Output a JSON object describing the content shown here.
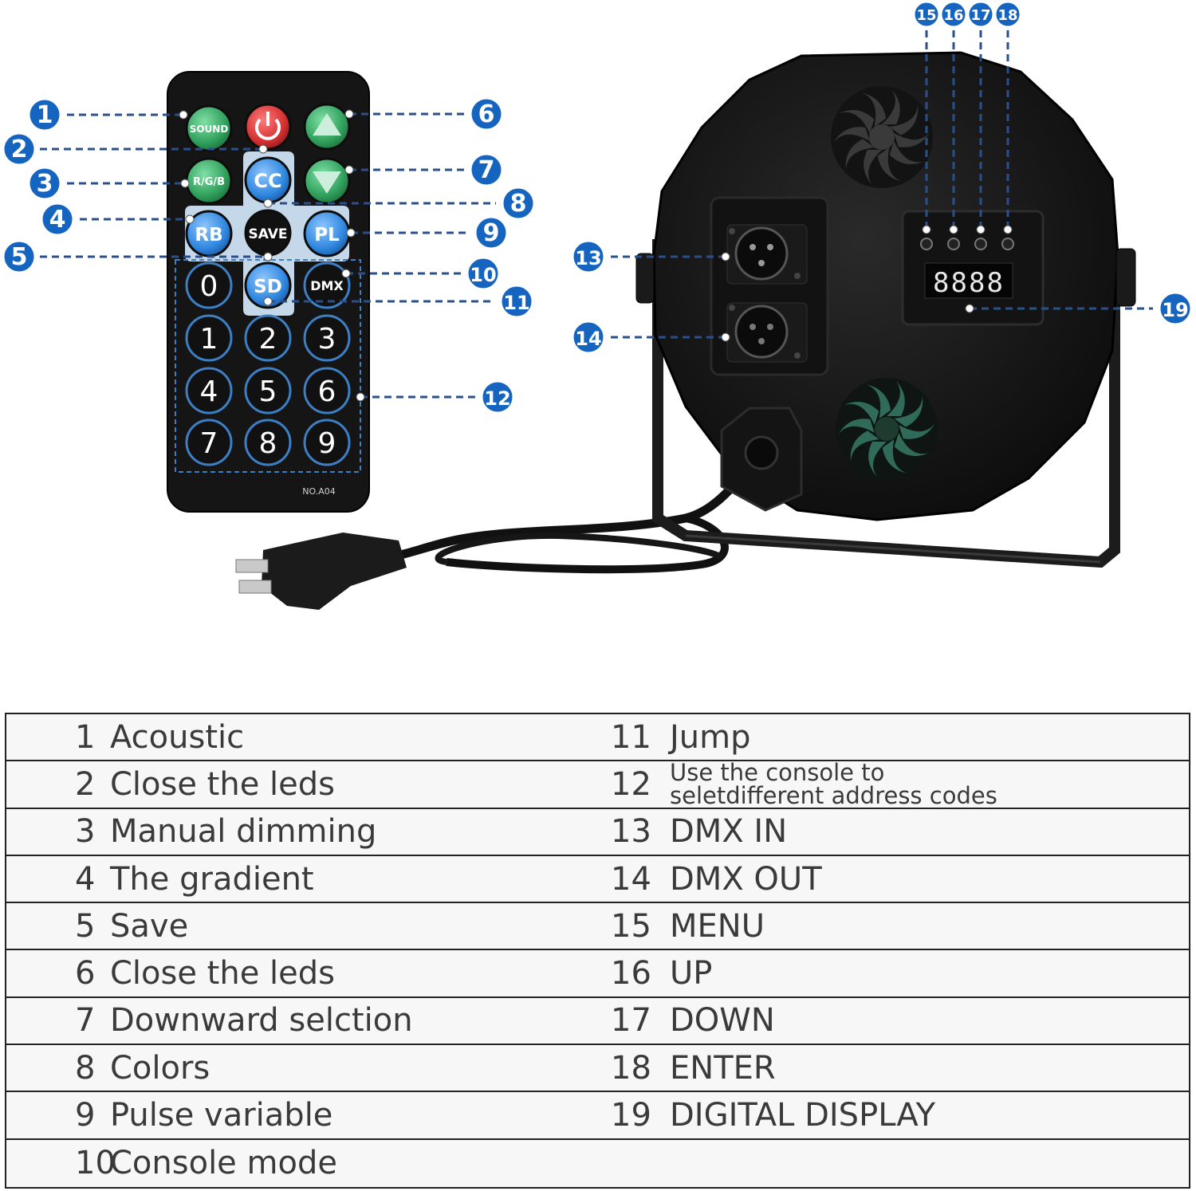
{
  "remote": {
    "model": "NO.A04",
    "buttons": {
      "sound": "SOUND",
      "rgb": "R/G/B",
      "cc": "CC",
      "rb": "RB",
      "save": "SAVE",
      "pl": "PL",
      "sd": "SD",
      "dmx": "DMX",
      "digits": [
        "0",
        "1",
        "2",
        "3",
        "4",
        "5",
        "6",
        "7",
        "8",
        "9"
      ]
    }
  },
  "fixture": {
    "display": "8888"
  },
  "callouts": [
    "1",
    "2",
    "3",
    "4",
    "5",
    "6",
    "7",
    "8",
    "9",
    "10",
    "11",
    "12",
    "13",
    "14",
    "15",
    "16",
    "17",
    "18",
    "19"
  ],
  "colors": {
    "callout": "#1565c0",
    "leader": "#2a4f8a",
    "green_button": "#2f9e5a",
    "power_button": "#d32f2f",
    "blue_button": "#2e86de"
  },
  "legend": {
    "rows": [
      {
        "left_num": "1",
        "left_text": "Acoustic",
        "right_num": "11",
        "right_text": "Jump"
      },
      {
        "left_num": "2",
        "left_text": "Close the leds",
        "right_num": "12",
        "right_text": "Use the console to\nseletdifferent address codes"
      },
      {
        "left_num": "3",
        "left_text": "Manual dimming",
        "right_num": "13",
        "right_text": "DMX IN"
      },
      {
        "left_num": "4",
        "left_text": "The gradient",
        "right_num": "14",
        "right_text": "DMX OUT"
      },
      {
        "left_num": "5",
        "left_text": "Save",
        "right_num": "15",
        "right_text": "MENU"
      },
      {
        "left_num": "6",
        "left_text": "Close the leds",
        "right_num": "16",
        "right_text": "UP"
      },
      {
        "left_num": "7",
        "left_text": "Downward selction",
        "right_num": "17",
        "right_text": "DOWN"
      },
      {
        "left_num": "8",
        "left_text": "Colors",
        "right_num": "18",
        "right_text": "ENTER"
      },
      {
        "left_num": "9",
        "left_text": "Pulse variable",
        "right_num": "19",
        "right_text": "DIGITAL DISPLAY"
      },
      {
        "left_num": "10",
        "left_text": "Console mode",
        "right_num": "",
        "right_text": ""
      }
    ]
  }
}
